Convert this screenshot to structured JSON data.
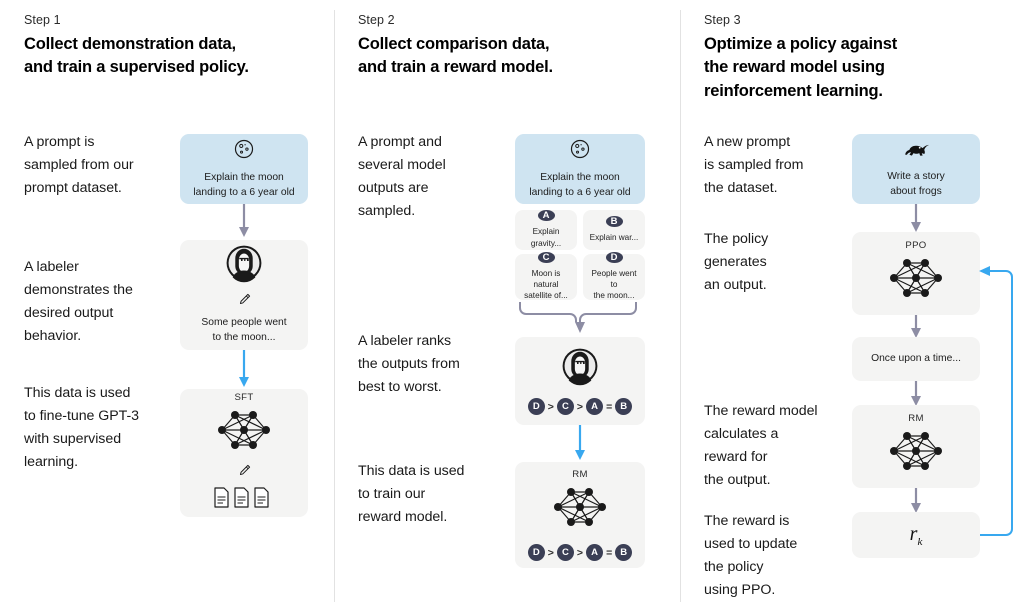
{
  "palette": {
    "prompt_box": "#cfe4f1",
    "model_box": "#f4f4f3",
    "badge": "#3b3f55",
    "arrow_gray": "#8d8da4",
    "arrow_blue": "#38a8ef",
    "divider": "#e2e2e2",
    "text": "#0b0b0b"
  },
  "steps": [
    {
      "label": "Step 1",
      "title": "Collect demonstration data,\nand train a supervised policy.",
      "captions": [
        "A prompt is\nsampled from our\nprompt dataset.",
        "A labeler\ndemonstrates the\ndesired output\nbehavior.",
        "This data is used\nto fine-tune GPT-3\nwith supervised\nlearning."
      ],
      "prompt_box": {
        "icon": "moon-icon",
        "text": "Explain the moon\nlanding to a 6 year old"
      },
      "labeler_box": {
        "icon": "labeler-avatar-icon",
        "pencil": "pencil-icon",
        "text": "Some people went\nto the moon..."
      },
      "sft_box": {
        "model_label": "SFT",
        "icon": "neural-network-icon",
        "pencil": "pencil-icon",
        "docs": "documents-icon"
      }
    },
    {
      "label": "Step 2",
      "title": "Collect comparison data,\nand train a reward model.",
      "captions": [
        "A prompt and\nseveral model\noutputs are\nsampled.",
        "A labeler ranks\nthe outputs from\nbest to worst.",
        "This data is used\nto train our\nreward model."
      ],
      "prompt_box": {
        "icon": "moon-icon",
        "text": "Explain the moon\nlanding to a 6 year old"
      },
      "options": [
        {
          "badge": "A",
          "text": "Explain gravity..."
        },
        {
          "badge": "B",
          "text": "Explain war..."
        },
        {
          "badge": "C",
          "text": "Moon is natural\nsatellite of..."
        },
        {
          "badge": "D",
          "text": "People went to\nthe moon..."
        }
      ],
      "ranking_box": {
        "icon": "labeler-avatar-icon",
        "ranking": [
          "D",
          ">",
          "C",
          ">",
          "A",
          "=",
          "B"
        ]
      },
      "rm_box": {
        "model_label": "RM",
        "icon": "neural-network-icon",
        "ranking": [
          "D",
          ">",
          "C",
          ">",
          "A",
          "=",
          "B"
        ]
      }
    },
    {
      "label": "Step 3",
      "title": "Optimize a policy against\nthe reward model using\nreinforcement learning.",
      "captions": [
        "A new prompt\nis sampled from\nthe dataset.",
        "The policy\ngenerates\nan output.",
        "The reward model\ncalculates a\nreward for\nthe output.",
        "The reward is\nused to update\nthe policy\nusing PPO."
      ],
      "prompt_box": {
        "icon": "frog-icon",
        "text": "Write a story\nabout frogs"
      },
      "ppo_box": {
        "model_label": "PPO",
        "icon": "neural-network-icon"
      },
      "output_box": {
        "text": "Once upon a time..."
      },
      "rm_box": {
        "model_label": "RM",
        "icon": "neural-network-icon"
      },
      "reward_box": {
        "symbol": "r",
        "subscript": "k"
      }
    }
  ]
}
